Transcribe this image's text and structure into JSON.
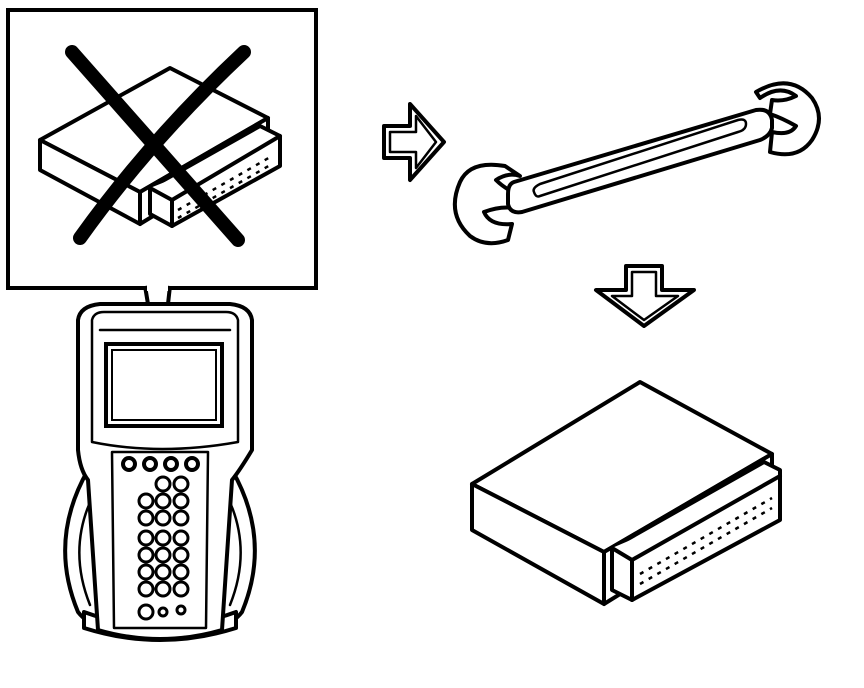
{
  "diagram": {
    "steps": [
      {
        "id": "replace-module-not-programmed",
        "icon": "module-crossed-out-icon"
      },
      {
        "id": "arrow-right",
        "icon": "arrow-right-icon"
      },
      {
        "id": "wrench",
        "icon": "wrench-icon"
      },
      {
        "id": "arrow-down",
        "icon": "arrow-down-icon"
      },
      {
        "id": "new-module",
        "icon": "control-module-icon"
      }
    ],
    "colors": {
      "line": "#000000",
      "background": "#ffffff"
    }
  }
}
